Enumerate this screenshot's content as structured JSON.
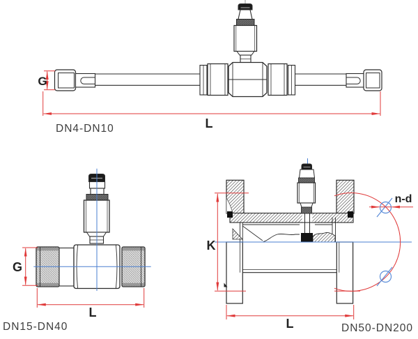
{
  "drawings": [
    {
      "caption": "DN4-DN10",
      "dims": {
        "g": "G",
        "l": "L"
      }
    },
    {
      "caption": "DN15-DN40",
      "dims": {
        "g": "G",
        "l": "L"
      }
    },
    {
      "caption": "DN50-DN200",
      "dims": {
        "k": "K",
        "l": "L",
        "n_d": "n-d"
      }
    }
  ],
  "colors": {
    "line": "#2b2b2b",
    "dimension_red": "#e03a3a",
    "centerline_blue": "#4a7fd0",
    "bolt_hole_blue": "#5b8dd9",
    "background": "#ffffff"
  }
}
